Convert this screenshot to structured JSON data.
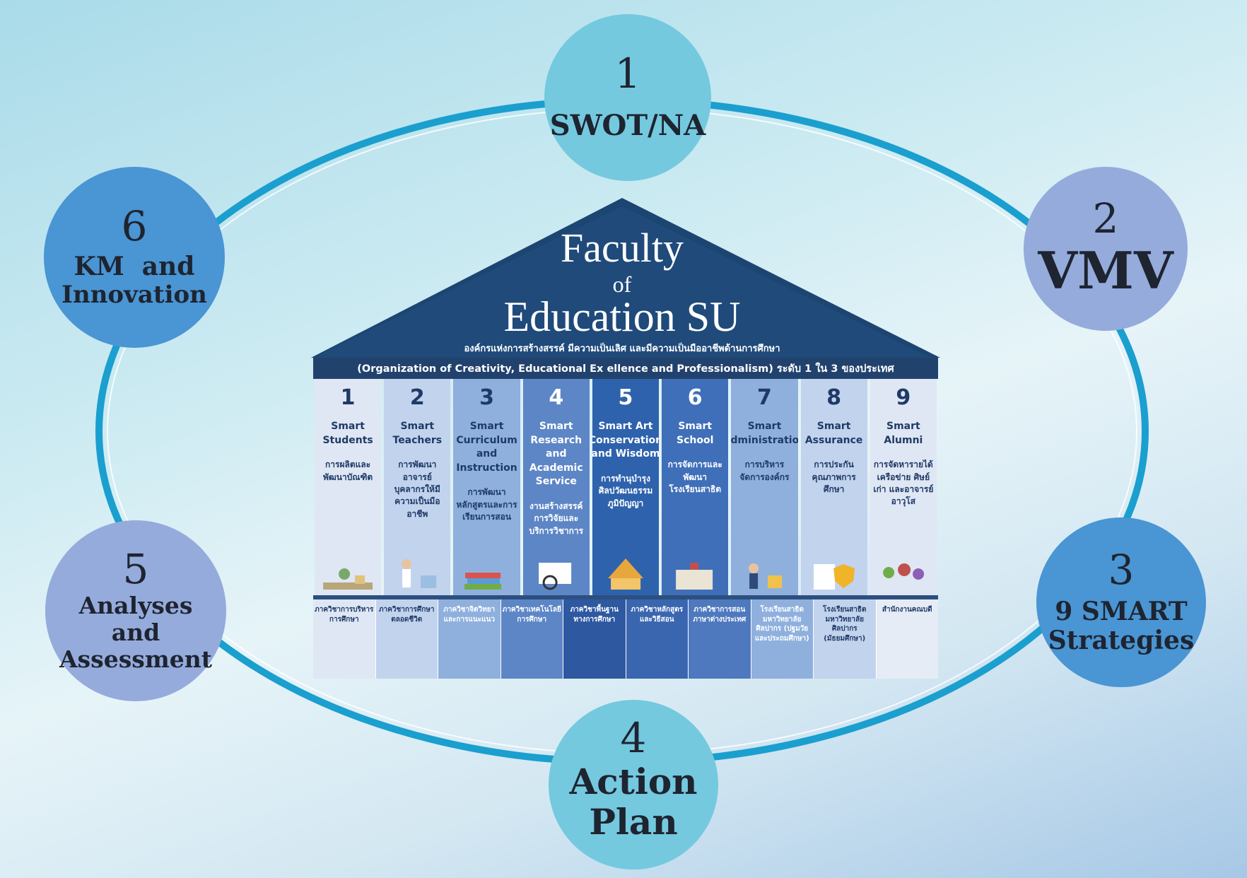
{
  "cycle": [
    {
      "num": "1",
      "label": "SWOT/NA"
    },
    {
      "num": "2",
      "label": "VMV"
    },
    {
      "num": "3",
      "label_line1": "9 SMART",
      "label_line2": "Strategies"
    },
    {
      "num": "4",
      "label_line1": "Action",
      "label_line2": "Plan"
    },
    {
      "num": "5",
      "label_line1": "Analyses",
      "label_line2": "and",
      "label_line3": "Assessment"
    },
    {
      "num": "6",
      "label_line1": "KM  and",
      "label_line2": "Innovation"
    }
  ],
  "house": {
    "title_line1": "Faculty",
    "title_line2": "of",
    "title_line3": "Education SU",
    "motto_thai": "องค์กรแห่งการสร้างสรรค์ มีความเป็นเลิศ และมีความเป็นมืออาชีพด้านการศึกษา",
    "motto_en": "(Organization of Creativity, Educational Ex ellence and Professionalism) ระดับ 1 ใน 3 ของประเทศ"
  },
  "pillars": [
    {
      "num": "1",
      "name": "Smart Students",
      "thai": "การผลิตและพัฒนาบัณฑิต"
    },
    {
      "num": "2",
      "name": "Smart Teachers",
      "thai": "การพัฒนาอาจารย์ บุคลากรให้มีความเป็นมืออาชีพ"
    },
    {
      "num": "3",
      "name": "Smart Curriculum and Instruction",
      "thai": "การพัฒนาหลักสูตรและการเรียนการสอน"
    },
    {
      "num": "4",
      "name": "Smart Research and Academic Service",
      "thai": "งานสร้างสรรค์ การวิจัยและบริการวิชาการ"
    },
    {
      "num": "5",
      "name": "Smart Art Conservation and Wisdom",
      "thai": "การทำนุบำรุงศิลปวัฒนธรรมภูมิปัญญา"
    },
    {
      "num": "6",
      "name": "Smart School",
      "thai": "การจัดการและพัฒนาโรงเรียนสาธิต"
    },
    {
      "num": "7",
      "name": "Smart Administration",
      "thai": "การบริหารจัดการองค์กร"
    },
    {
      "num": "8",
      "name": "Smart Assurance",
      "thai": "การประกันคุณภาพการศึกษา"
    },
    {
      "num": "9",
      "name": "Smart Alumni",
      "thai": "การจัดหารายได้ เครือข่าย ศิษย์เก่า และอาจารย์อาวุโส"
    }
  ],
  "departments": [
    "ภาควิชาการบริหารการศึกษา",
    "ภาควิชาการศึกษาตลอดชีวิต",
    "ภาควิชาจิตวิทยาและการแนะแนว",
    "ภาควิชาเทคโนโลยีการศึกษา",
    "ภาควิชาพื้นฐานทางการศึกษา",
    "ภาควิชาหลักสูตรและวิธีสอน",
    "ภาควิชาการสอนภาษาต่างประเทศ",
    "โรงเรียนสาธิตมหาวิทยาลัยศิลปากร (ปฐมวัยและประถมศึกษา)",
    "โรงเรียนสาธิตมหาวิทยาลัยศิลปากร (มัธยมศึกษา)",
    "สำนักงานคณบดี"
  ],
  "colors": {
    "roof": "#1d4572",
    "ring": "#1a9fcf",
    "circle_teal": "#74c9df",
    "circle_blue": "#4a95d3",
    "circle_lavender": "#95abdc"
  }
}
